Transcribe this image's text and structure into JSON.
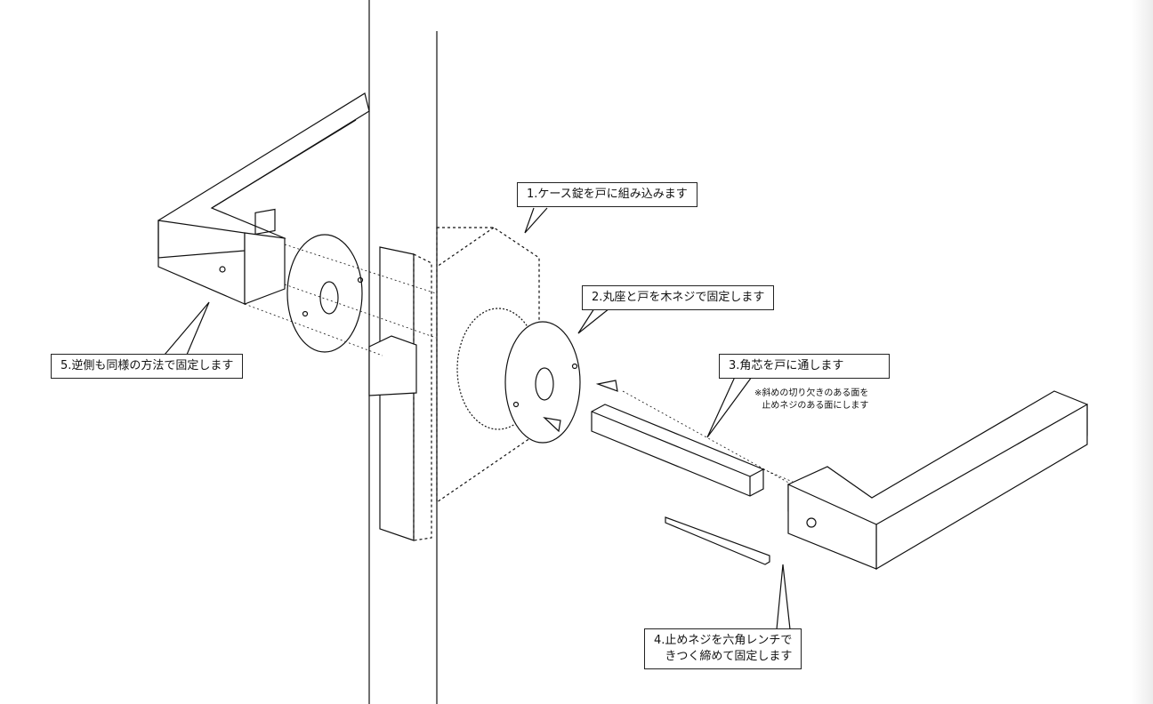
{
  "steps": {
    "step1": "1.ケース錠を戸に組み込みます",
    "step2": "2.丸座と戸を木ネジで固定します",
    "step3": "3.角芯を戸に通します",
    "step3_note_line1": "※斜めの切り欠きのある面を",
    "step3_note_line2": "止めネジのある面にします",
    "step4_line1": "4.止めネジを六角レンチで",
    "step4_line2": "きつく締めて固定します",
    "step5": "5.逆側も同様の方法で固定します"
  }
}
